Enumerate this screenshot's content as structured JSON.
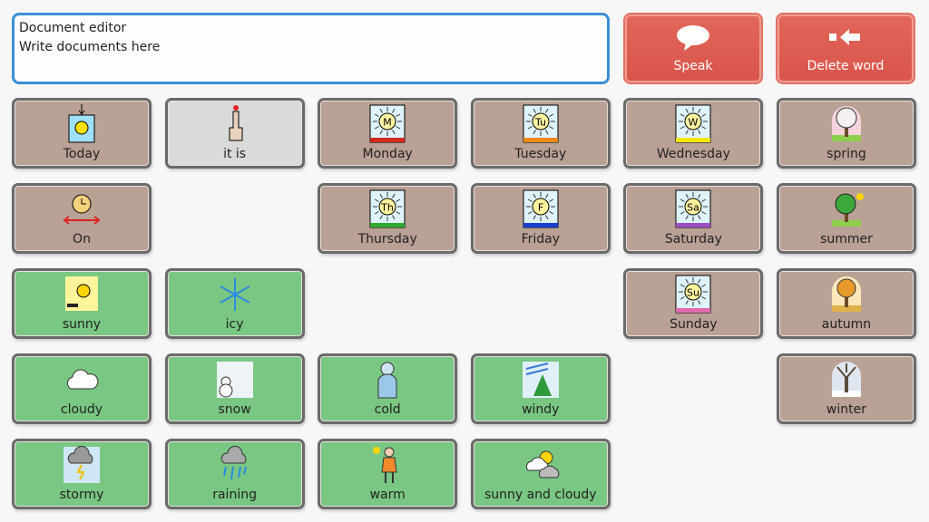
{
  "editor": {
    "lines": [
      "Document editor",
      "Write documents here"
    ]
  },
  "actions": {
    "speak": "Speak",
    "delete_word": "Delete word"
  },
  "cells": {
    "today": "Today",
    "it_is": "it is",
    "monday": "Monday",
    "tuesday": "Tuesday",
    "wednesday": "Wednesday",
    "spring": "spring",
    "on": "On",
    "thursday": "Thursday",
    "friday": "Friday",
    "saturday": "Saturday",
    "summer": "summer",
    "sunny": "sunny",
    "icy": "icy",
    "sunday": "Sunday",
    "autumn": "autumn",
    "cloudy": "cloudy",
    "snow": "snow",
    "cold": "cold",
    "windy": "windy",
    "winter": "winter",
    "stormy": "stormy",
    "raining": "raining",
    "warm": "warm",
    "sunny_and_cloudy": "sunny and cloudy"
  },
  "days": {
    "monday": {
      "letter": "M",
      "color": "#d32a1e"
    },
    "tuesday": {
      "letter": "Tu",
      "color": "#f08a1a"
    },
    "wednesday": {
      "letter": "W",
      "color": "#f5e600"
    },
    "thursday": {
      "letter": "Th",
      "color": "#2fa830"
    },
    "friday": {
      "letter": "F",
      "color": "#1a3fd0"
    },
    "saturday": {
      "letter": "Sa",
      "color": "#9a4fc0"
    },
    "sunday": {
      "letter": "Su",
      "color": "#e06ab0"
    }
  },
  "colors": {
    "brown": "#b9a195",
    "green": "#79c783",
    "gray": "#dadada",
    "action": "#d9544a",
    "focus": "#3a8fd6"
  }
}
